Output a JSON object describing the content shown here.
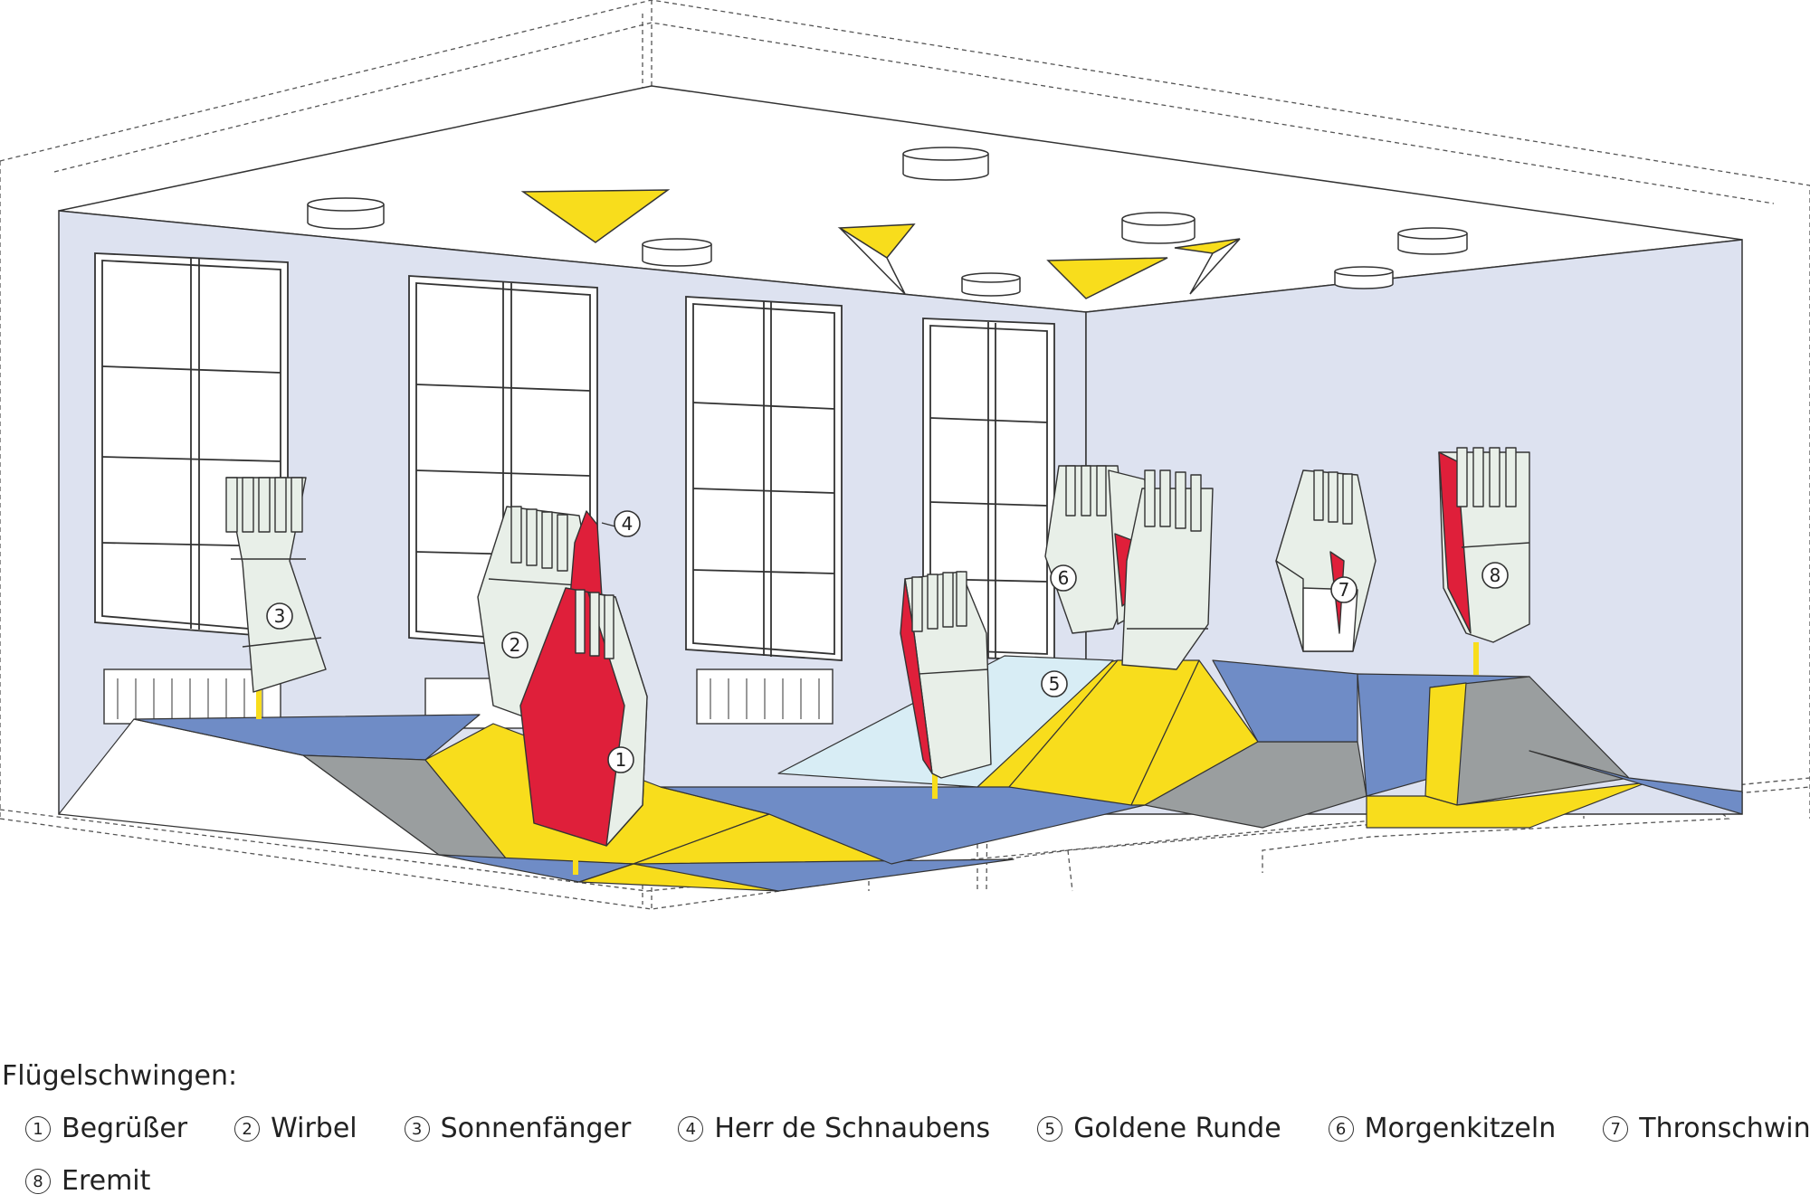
{
  "colors": {
    "wall": "#dde2f0",
    "ceiling": "#ffffff",
    "floor_blue": "#6f8cc6",
    "floor_yellow": "#f8dd1c",
    "floor_gray": "#9a9e9f",
    "floor_white": "#ffffff",
    "floor_light": "#d8edf5",
    "wing_body": "#e8efe8",
    "wing_red": "#df1f3a",
    "line": "#333333"
  },
  "callouts": [
    {
      "number": "1",
      "name": "Begrüßer"
    },
    {
      "number": "2",
      "name": "Wirbel"
    },
    {
      "number": "3",
      "name": "Sonnenfänger"
    },
    {
      "number": "4",
      "name": "Herr de Schnaubens"
    },
    {
      "number": "5",
      "name": "Goldene Runde"
    },
    {
      "number": "6",
      "name": "Morgenkitzeln"
    },
    {
      "number": "7",
      "name": "Thronschwinge"
    },
    {
      "number": "8",
      "name": "Eremit"
    }
  ],
  "legend": {
    "title": "Flügelschwingen:"
  }
}
